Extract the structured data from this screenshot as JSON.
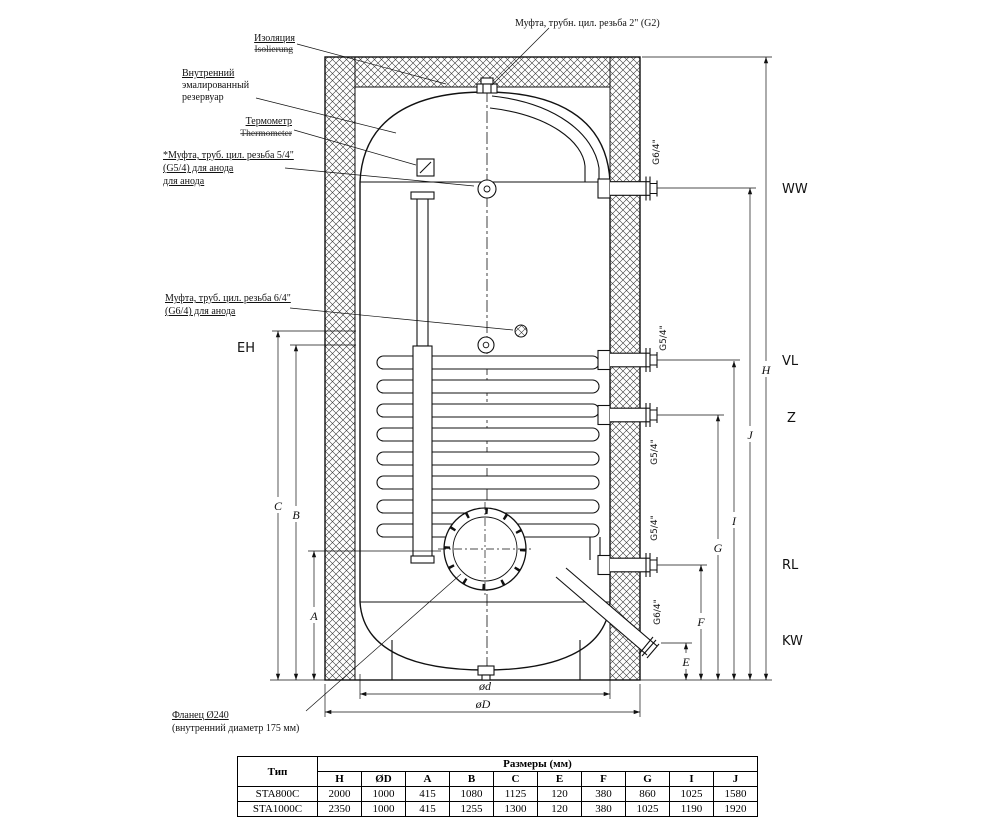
{
  "callouts": {
    "g2": "Муфта, трубн. цил. резьба 2\" (G2)",
    "insulation_ru": "Изоляция",
    "insulation_de": "Isolierung",
    "tank_line1": "Внутренний",
    "tank_line2": "эмалированный",
    "tank_line3": "резервуар",
    "thermo_ru": "Термометр",
    "thermo_de": "Thermometer",
    "g54_line1": "*Муфта, труб. цил. резьба 5/4\"",
    "g54_line2": "(G5/4) для анода",
    "g54_line3": "для анода",
    "g64_line1": "Муфта, труб. цил. резьба 6/4\"",
    "g64_line2": "(G6/4) для анода",
    "flange_line1": "Фланец Ø240",
    "flange_line2": "(внутренний диаметр 175 мм)",
    "eh": "EH"
  },
  "connections": {
    "ww": "WW",
    "vl": "VL",
    "z": "Z",
    "rl": "RL",
    "kw": "KW"
  },
  "threads": {
    "ww": "G6/4\"",
    "vl": "G5/4\"",
    "mid": "G5/4\"",
    "rl": "G5/4\"",
    "kw": "G6/4\""
  },
  "dims": {
    "H": "H",
    "J": "J",
    "I": "I",
    "G": "G",
    "F": "F",
    "E": "E",
    "C": "C",
    "B": "B",
    "A": "A",
    "d_small": "ød",
    "d_big": "øD"
  },
  "table": {
    "caption": "Размеры (мм)",
    "type_col": "Тип",
    "columns": [
      "H",
      "ØD",
      "A",
      "B",
      "C",
      "E",
      "F",
      "G",
      "I",
      "J"
    ],
    "rows": [
      {
        "type": "STA800C",
        "values": [
          "2000",
          "1000",
          "415",
          "1080",
          "1125",
          "120",
          "380",
          "860",
          "1025",
          "1580"
        ]
      },
      {
        "type": "STA1000C",
        "values": [
          "2350",
          "1000",
          "415",
          "1255",
          "1300",
          "120",
          "380",
          "1025",
          "1190",
          "1920"
        ]
      }
    ]
  }
}
